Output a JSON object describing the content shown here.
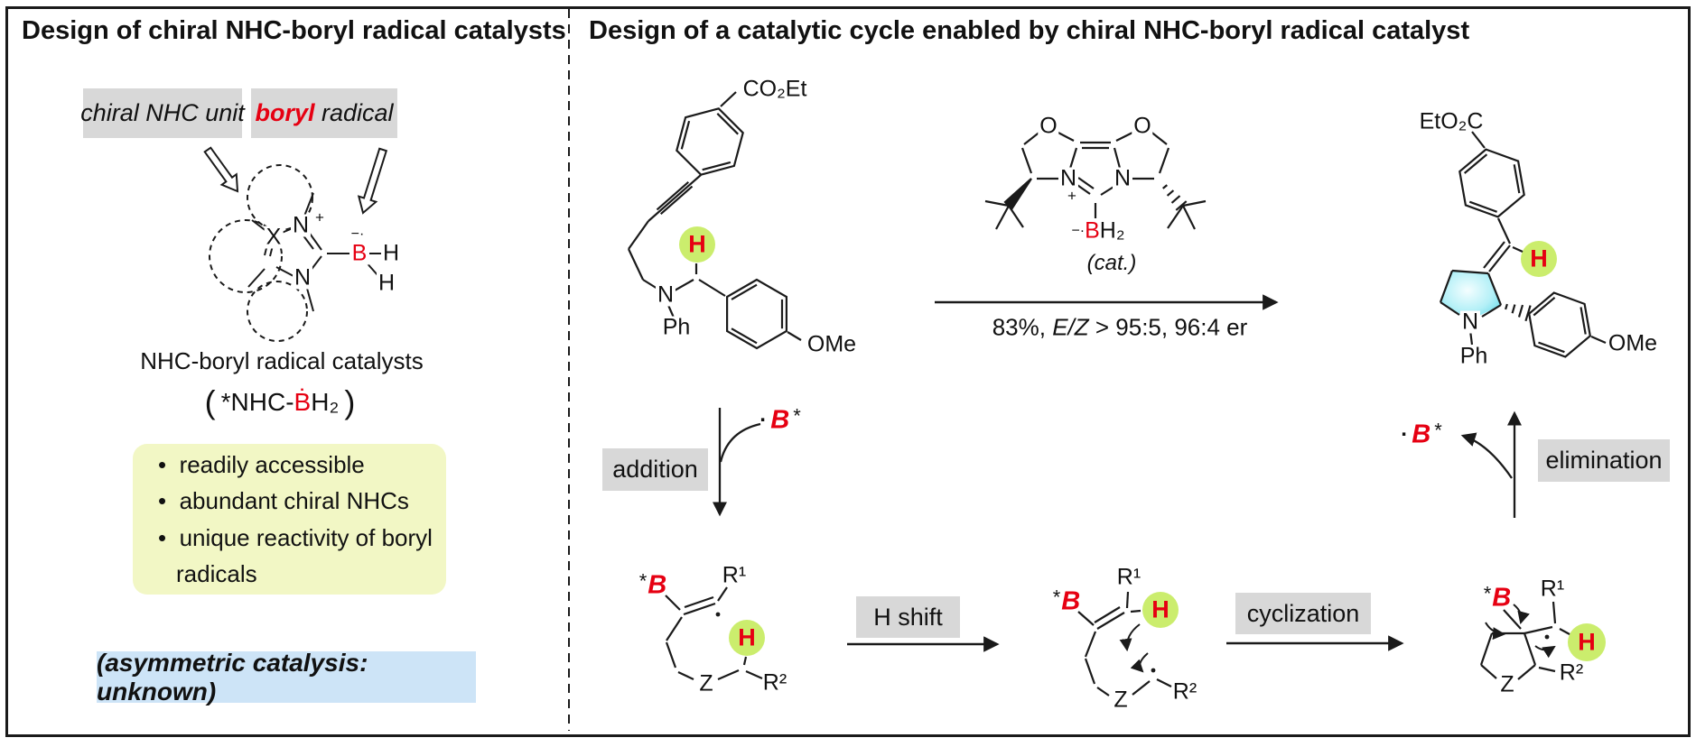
{
  "colors": {
    "accent_red": "#e60012",
    "highlight_green": "#cbed6d",
    "ring_cyan": "#5fd8e8",
    "label_gray": "#d8d8d8",
    "note_yellow": "#f2f7c5",
    "note_blue": "#cde4f7"
  },
  "left_panel": {
    "title": "Design of chiral NHC-boryl radical catalysts",
    "tag_nhc": "chiral NHC unit",
    "tag_boryl_accent": "boryl",
    "tag_boryl_rest": " radical",
    "structure": {
      "x": "X",
      "n_top": "N",
      "plus": "+",
      "n_bottom": "N",
      "minus_dot": "−·",
      "b": "B",
      "h_right": "H",
      "h_bottom": "H"
    },
    "caption": "NHC-boryl radical catalysts",
    "formula": {
      "open": "(",
      "pre": "*NHC-",
      "b": "Ḃ",
      "post": "H₂",
      "close": ")"
    },
    "bullets": [
      "readily accessible",
      "abundant chiral NHCs",
      "unique reactivity of boryl radicals"
    ],
    "note": "(asymmetric catalysis: unknown)"
  },
  "right_panel": {
    "title": "Design of a catalytic cycle enabled by chiral NHC-boryl radical catalyst",
    "substrate": {
      "ester": "CO₂Et",
      "n": "N",
      "ph": "Ph",
      "h": "H",
      "ome": "OMe"
    },
    "catalyst": {
      "o_left": "O",
      "o_right": "O",
      "n_left": "N",
      "plus": "+",
      "n_right": "N",
      "minus_dot": "−·",
      "b": "B",
      "h2": "H₂",
      "cat": "(cat.)"
    },
    "conditions": {
      "pre": "83%, ",
      "ez": "E/Z",
      "post": " > 95:5, 96:4 er"
    },
    "product": {
      "ester": "EtO₂C",
      "h": "H",
      "n": "N",
      "ph": "Ph",
      "ome": "OMe"
    },
    "boryl_radical": {
      "dot": "·",
      "b": "B",
      "star": "*"
    },
    "steps": {
      "addition": "addition",
      "h_shift": "H shift",
      "cyclization": "cyclization",
      "elimination": "elimination"
    },
    "intermediate": {
      "star": "*",
      "b": "B",
      "r1": "R¹",
      "r2": "R²",
      "z": "Z",
      "h": "H"
    }
  }
}
